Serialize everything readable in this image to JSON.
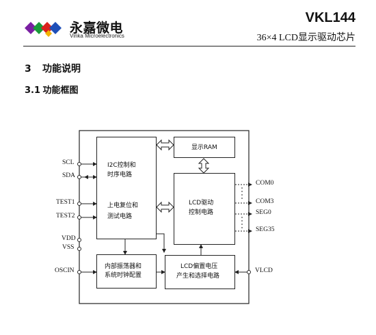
{
  "header": {
    "brand_cn": "永嘉微电",
    "brand_en": "Vinka Microelectronics",
    "product": "VKL144",
    "subtitle": "36×4 LCD显示驱动芯片",
    "logo_colors": [
      "#7a1fa2",
      "#1a9a3a",
      "#d9221c",
      "#1e4fb8",
      "#f2b400"
    ]
  },
  "section": {
    "number": "3",
    "title": "功能说明"
  },
  "subsection": {
    "number": "3.1",
    "title": "功能框图"
  },
  "diagram": {
    "blocks": {
      "i2c_line1": "I2C控制和",
      "i2c_line2": "时序电路",
      "reset_line1": "上电复位和",
      "reset_line2": "测试电路",
      "ram": "显示RAM",
      "lcd_drv_line1": "LCD驱动",
      "lcd_drv_line2": "控制电路",
      "osc_line1": "内部振荡器和",
      "osc_line2": "系统时钟配置",
      "bias_line1": "LCD偏置电压",
      "bias_line2": "产生和选择电路"
    },
    "pins": {
      "scl": "SCL",
      "sda": "SDA",
      "test1": "TEST1",
      "test2": "TEST2",
      "vdd": "VDD",
      "vss": "VSS",
      "oscin": "OSCIN",
      "vlcd": "VLCD",
      "com0": "COM0",
      "com3": "COM3",
      "seg0": "SEG0",
      "seg35": "SEG35"
    }
  }
}
